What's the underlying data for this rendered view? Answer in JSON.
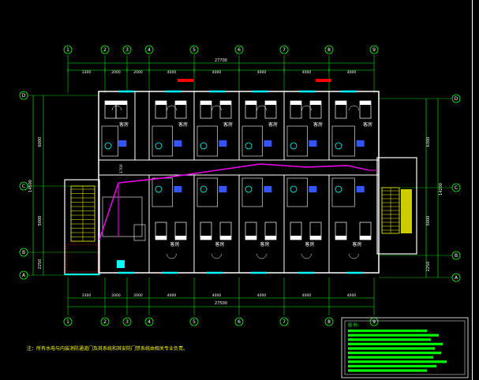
{
  "drawing": {
    "grid_axes_horizontal": [
      "1",
      "2",
      "3",
      "4",
      "5",
      "6",
      "7",
      "8",
      "9"
    ],
    "grid_axes_vertical": [
      "D",
      "C",
      "B",
      "A"
    ],
    "top_dims": [
      "3300",
      "2000",
      "2000",
      "4000",
      "4000",
      "4000",
      "4000",
      "4000"
    ],
    "top_total": "27700",
    "bottom_dims": [
      "3300",
      "2000",
      "2000",
      "4000",
      "4000",
      "4000",
      "4000",
      "4000"
    ],
    "bottom_total": "27500",
    "left_dims": [
      "6000",
      "5000",
      "2250"
    ],
    "left_total": "14500",
    "right_dims": [
      "6300",
      "5000",
      "2250"
    ],
    "right_total": "14200",
    "room_label": "客房",
    "corridor_dim": "1700",
    "notes": {
      "main": "注：所有水电与内装消防通道门及其系统和其安防门禁系统由相关专业负责。"
    },
    "legend_title": "图 例："
  },
  "colors": {
    "background": "#000000",
    "axis_circle": "#00ff00",
    "dim_line": "#00ff00",
    "wall": "#ffffff",
    "cyan": "#00ffff",
    "magenta": "#ff00ff",
    "yellow": "#ffff00",
    "red": "#ff0000",
    "blue": "#3355ff",
    "legend_bar": "#00ff00"
  }
}
